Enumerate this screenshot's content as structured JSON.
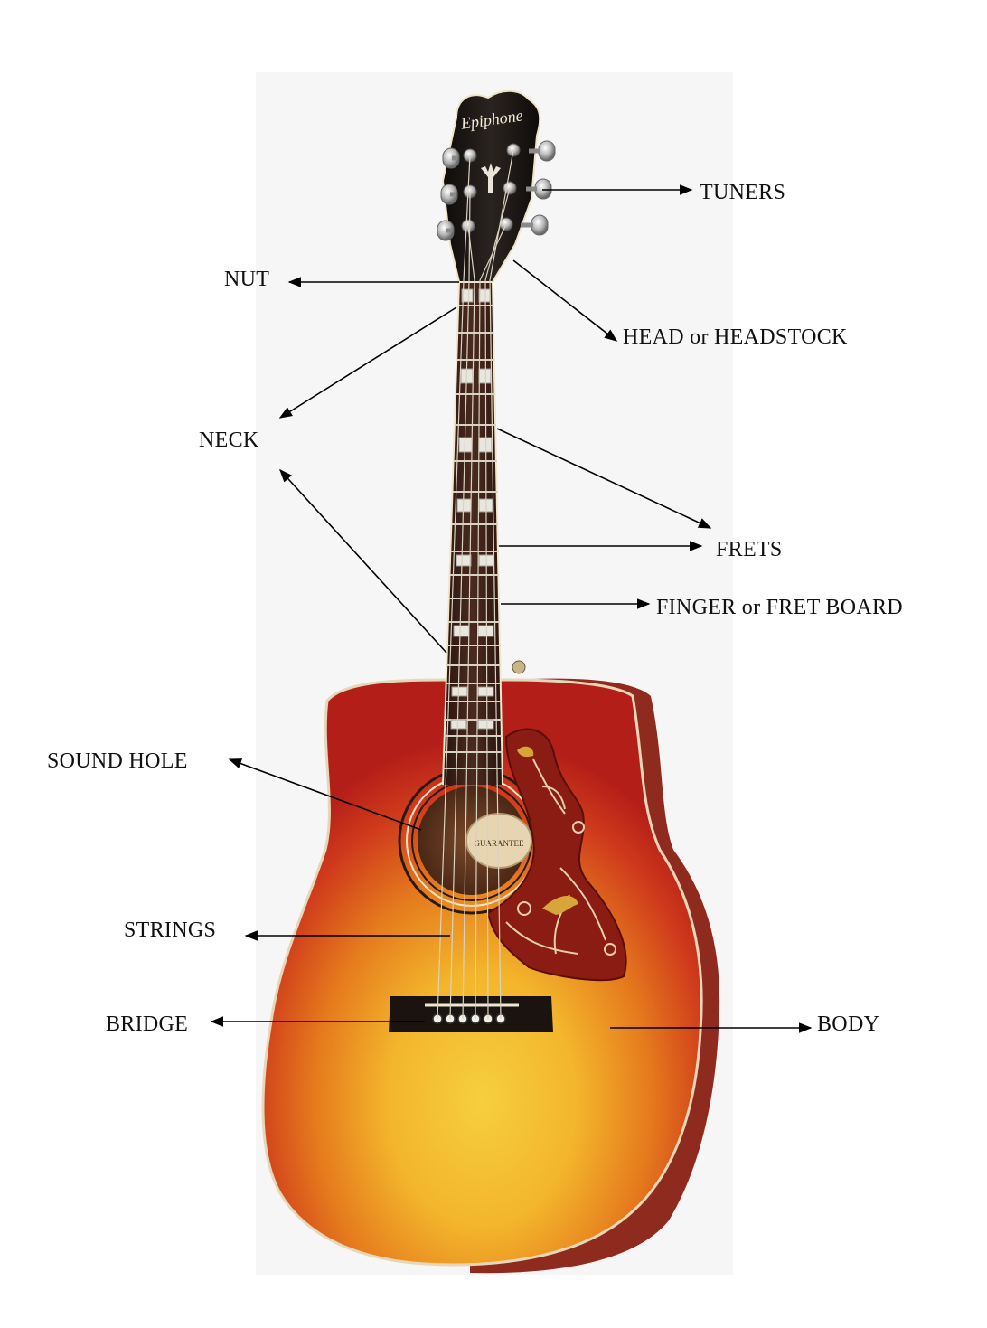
{
  "brand": "Epiphone",
  "label_text_sound_hole": "GUARANTEE",
  "colors": {
    "body_red": "#c8231e",
    "body_orange": "#e88a1c",
    "body_yellow": "#f4c232",
    "headstock": "#1a1512",
    "fretboard": "#3a1e16",
    "pickguard": "#8a1c14",
    "side_wood": "#8e2a1e"
  },
  "labels": [
    {
      "id": "tuners",
      "text": "TUNERS"
    },
    {
      "id": "nut",
      "text": "NUT"
    },
    {
      "id": "head",
      "text": "HEAD or HEADSTOCK"
    },
    {
      "id": "neck",
      "text": "NECK"
    },
    {
      "id": "frets",
      "text": "FRETS"
    },
    {
      "id": "fingerboard",
      "text": "FINGER or FRET BOARD"
    },
    {
      "id": "sound_hole",
      "text": "SOUND HOLE"
    },
    {
      "id": "strings",
      "text": "STRINGS"
    },
    {
      "id": "bridge",
      "text": "BRIDGE"
    },
    {
      "id": "body",
      "text": "BODY"
    }
  ]
}
